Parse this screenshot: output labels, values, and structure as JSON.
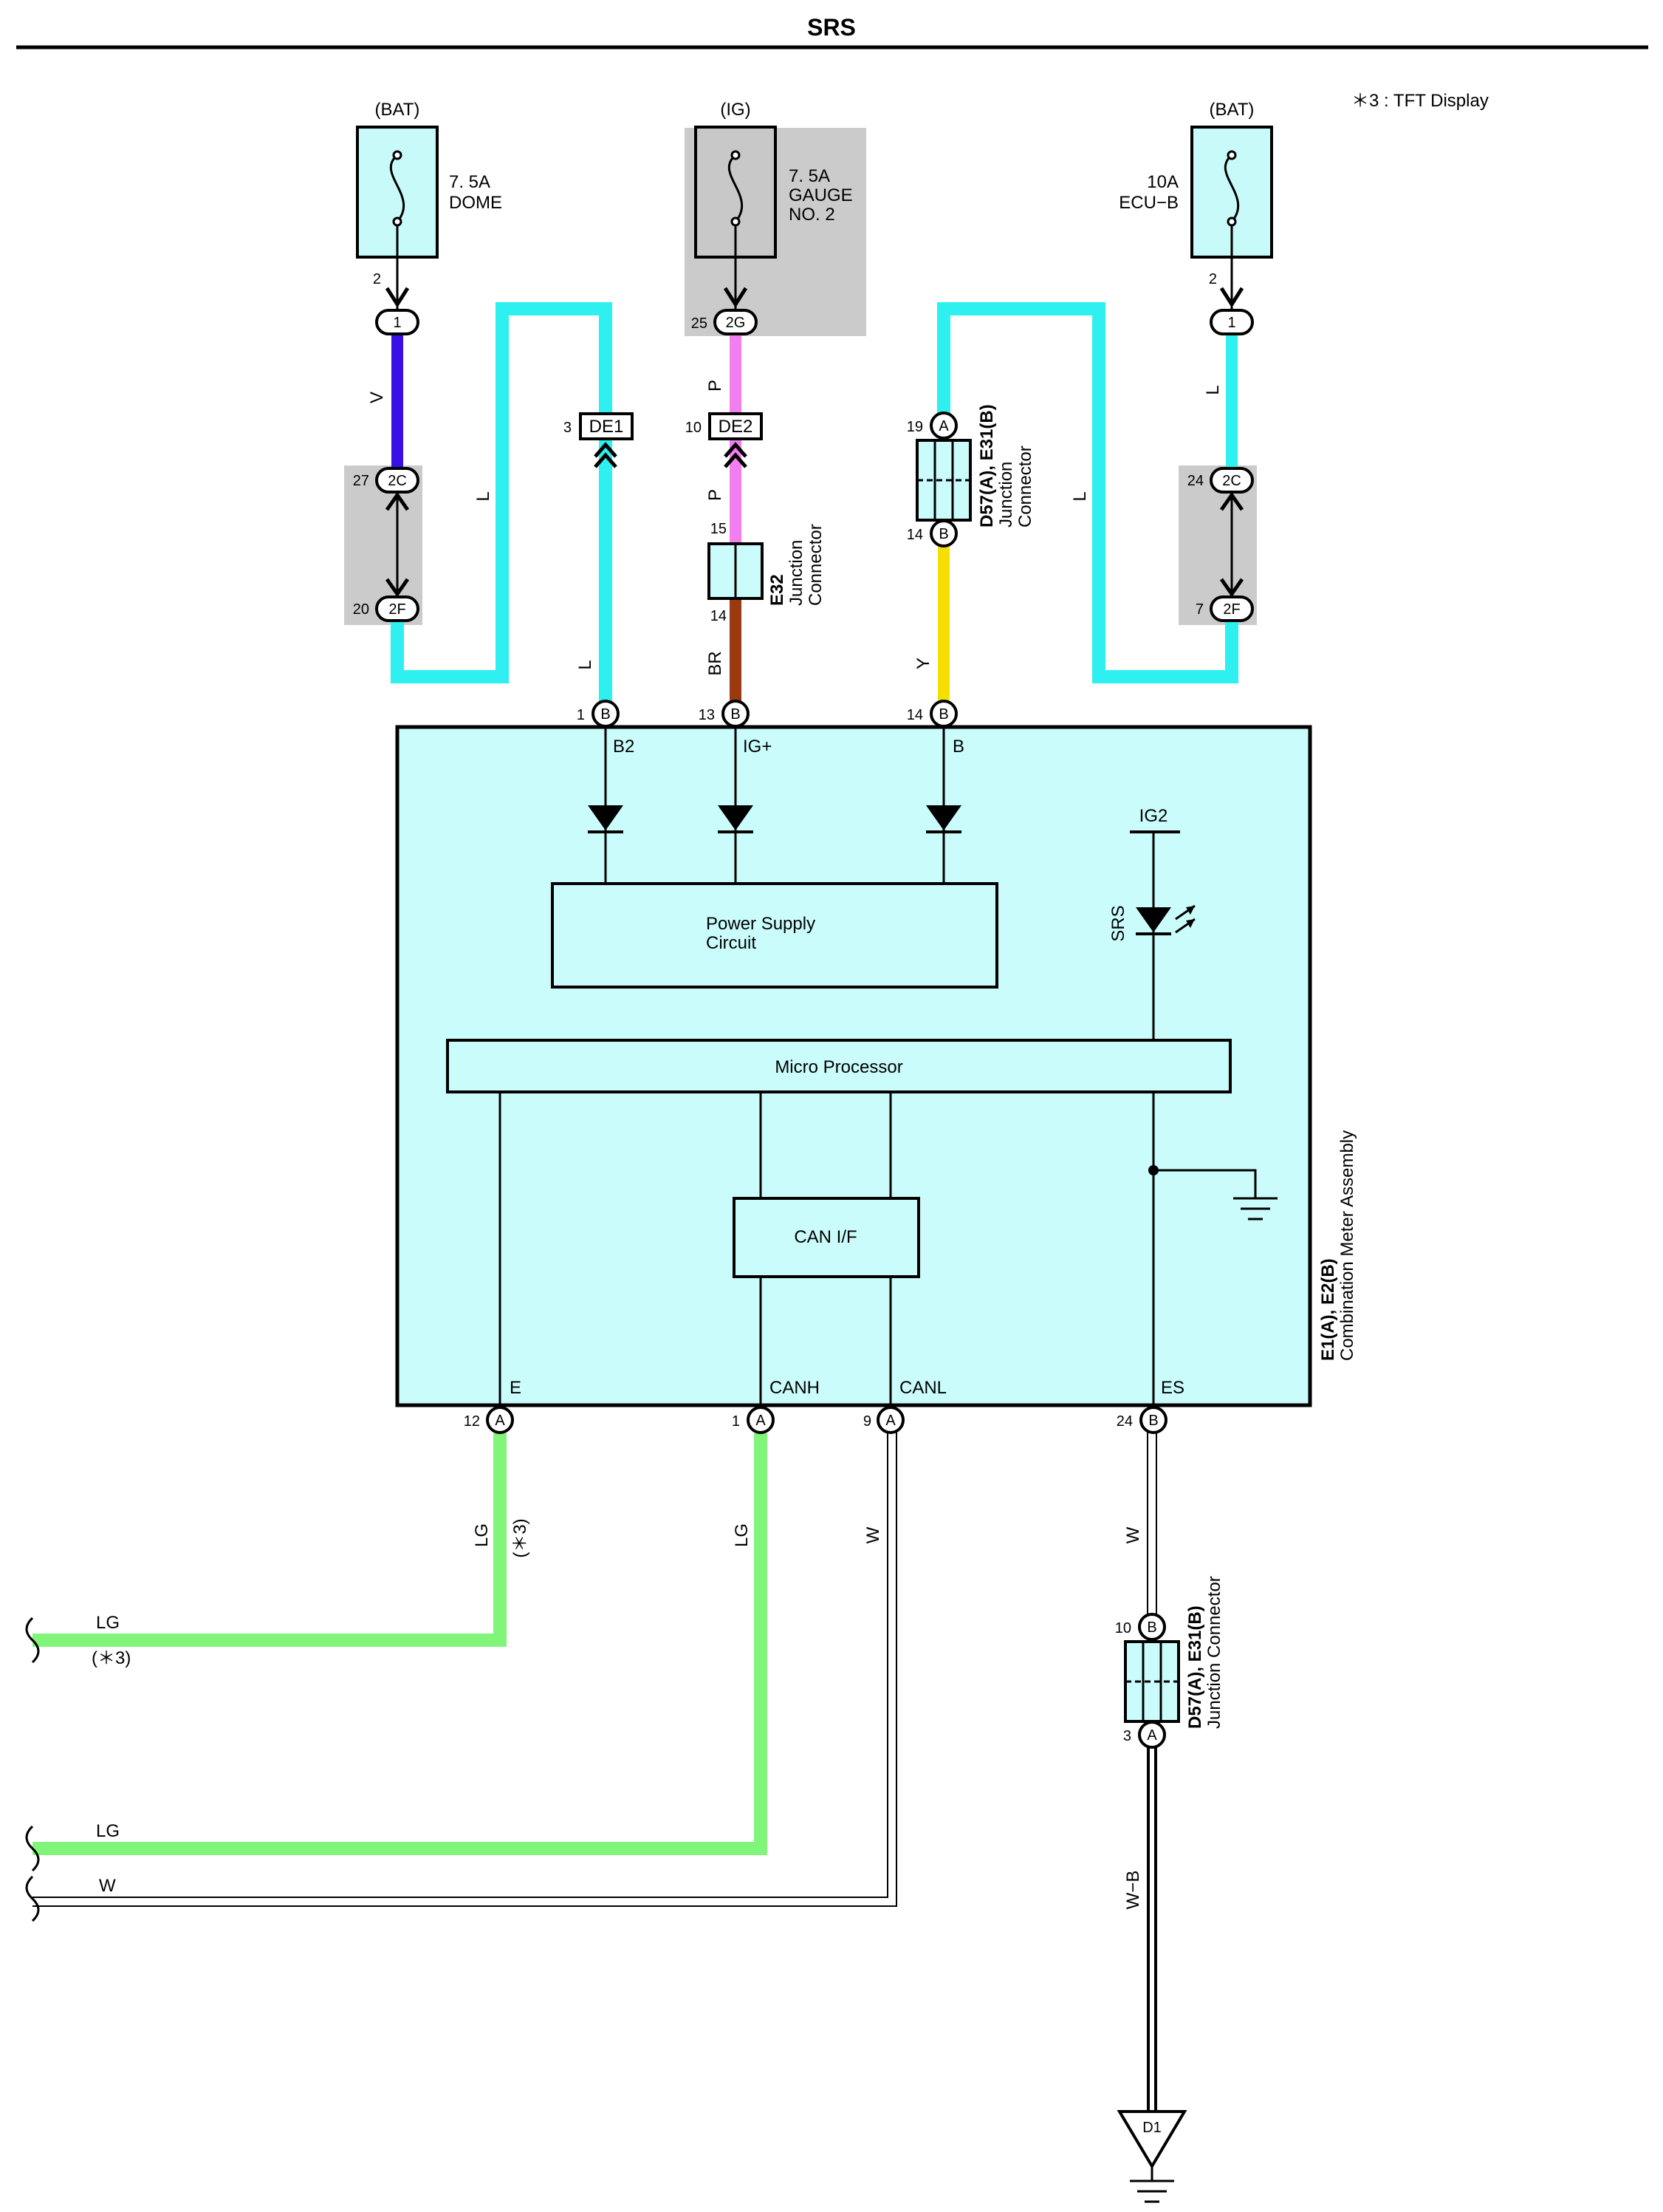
{
  "title": "SRS",
  "note": "＊3 : TFT Display",
  "fuses": [
    {
      "source": "(BAT)",
      "rating": "7. 5A",
      "name": "DOME",
      "extra": "",
      "in_pin": "2",
      "conn": "1"
    },
    {
      "source": "(IG)",
      "rating": "7. 5A",
      "name": "GAUGE",
      "extra": "NO. 2",
      "in_pin": "25",
      "conn": "2G"
    },
    {
      "source": "(BAT)",
      "rating": "10A",
      "name": "ECU−B",
      "extra": "",
      "in_pin": "2",
      "conn": "1"
    }
  ],
  "junction_blocks": {
    "left": {
      "top_pin": "27",
      "top_conn": "2C",
      "bottom_pin": "20",
      "bottom_conn": "2F"
    },
    "right": {
      "top_pin": "24",
      "top_conn": "2C",
      "bottom_pin": "7",
      "bottom_conn": "2F"
    }
  },
  "connectors": {
    "de1": {
      "pin": "3",
      "label": "DE1"
    },
    "de2": {
      "pin": "10",
      "label": "DE2"
    },
    "e32": {
      "pin_top": "15",
      "pin_bottom": "14",
      "name": "E32",
      "desc1": "Junction",
      "desc2": "Connector"
    },
    "d57_top": {
      "pin_top": "19",
      "pin_top_letter": "A",
      "pin_bottom": "14",
      "pin_bottom_letter": "B",
      "name": "D57(A), E31(B)",
      "desc1": "Junction",
      "desc2": "Connector"
    },
    "d57_bottom": {
      "pin_top": "10",
      "pin_top_letter": "B",
      "pin_bottom": "3",
      "pin_bottom_letter": "A",
      "name": "D57(A), E31(B)",
      "desc1": "Junction Connector"
    }
  },
  "wire_colors": {
    "v": "V",
    "l": "L",
    "p": "P",
    "br": "BR",
    "y": "Y",
    "lg": "LG",
    "w": "W",
    "wb": "W−B",
    "star3": "(＊3)"
  },
  "meter": {
    "name": "E1(A), E2(B)",
    "desc": "Combination Meter Assembly",
    "top_pins": [
      {
        "num": "1",
        "letter": "B",
        "signal": "B2"
      },
      {
        "num": "13",
        "letter": "B",
        "signal": "IG+"
      },
      {
        "num": "14",
        "letter": "B",
        "signal": "B"
      }
    ],
    "bottom_pins": [
      {
        "num": "12",
        "letter": "A",
        "signal": "E"
      },
      {
        "num": "1",
        "letter": "A",
        "signal": "CANH"
      },
      {
        "num": "9",
        "letter": "A",
        "signal": "CANL"
      },
      {
        "num": "24",
        "letter": "B",
        "signal": "ES"
      }
    ],
    "power_supply": [
      "Power Supply",
      "Circuit"
    ],
    "micro": "Micro Processor",
    "can": "CAN I/F",
    "ig2": "IG2",
    "srs_led": "SRS"
  },
  "ground": "D1",
  "colors": {
    "violet": "#3b10e6",
    "light_blue": "#2ef0f0",
    "pink": "#f27ef0",
    "brown": "#9a3a10",
    "yellow": "#f6df00",
    "light_green": "#80f57a",
    "fill": "#cbfcfc",
    "gray": "#cbcbcb"
  }
}
